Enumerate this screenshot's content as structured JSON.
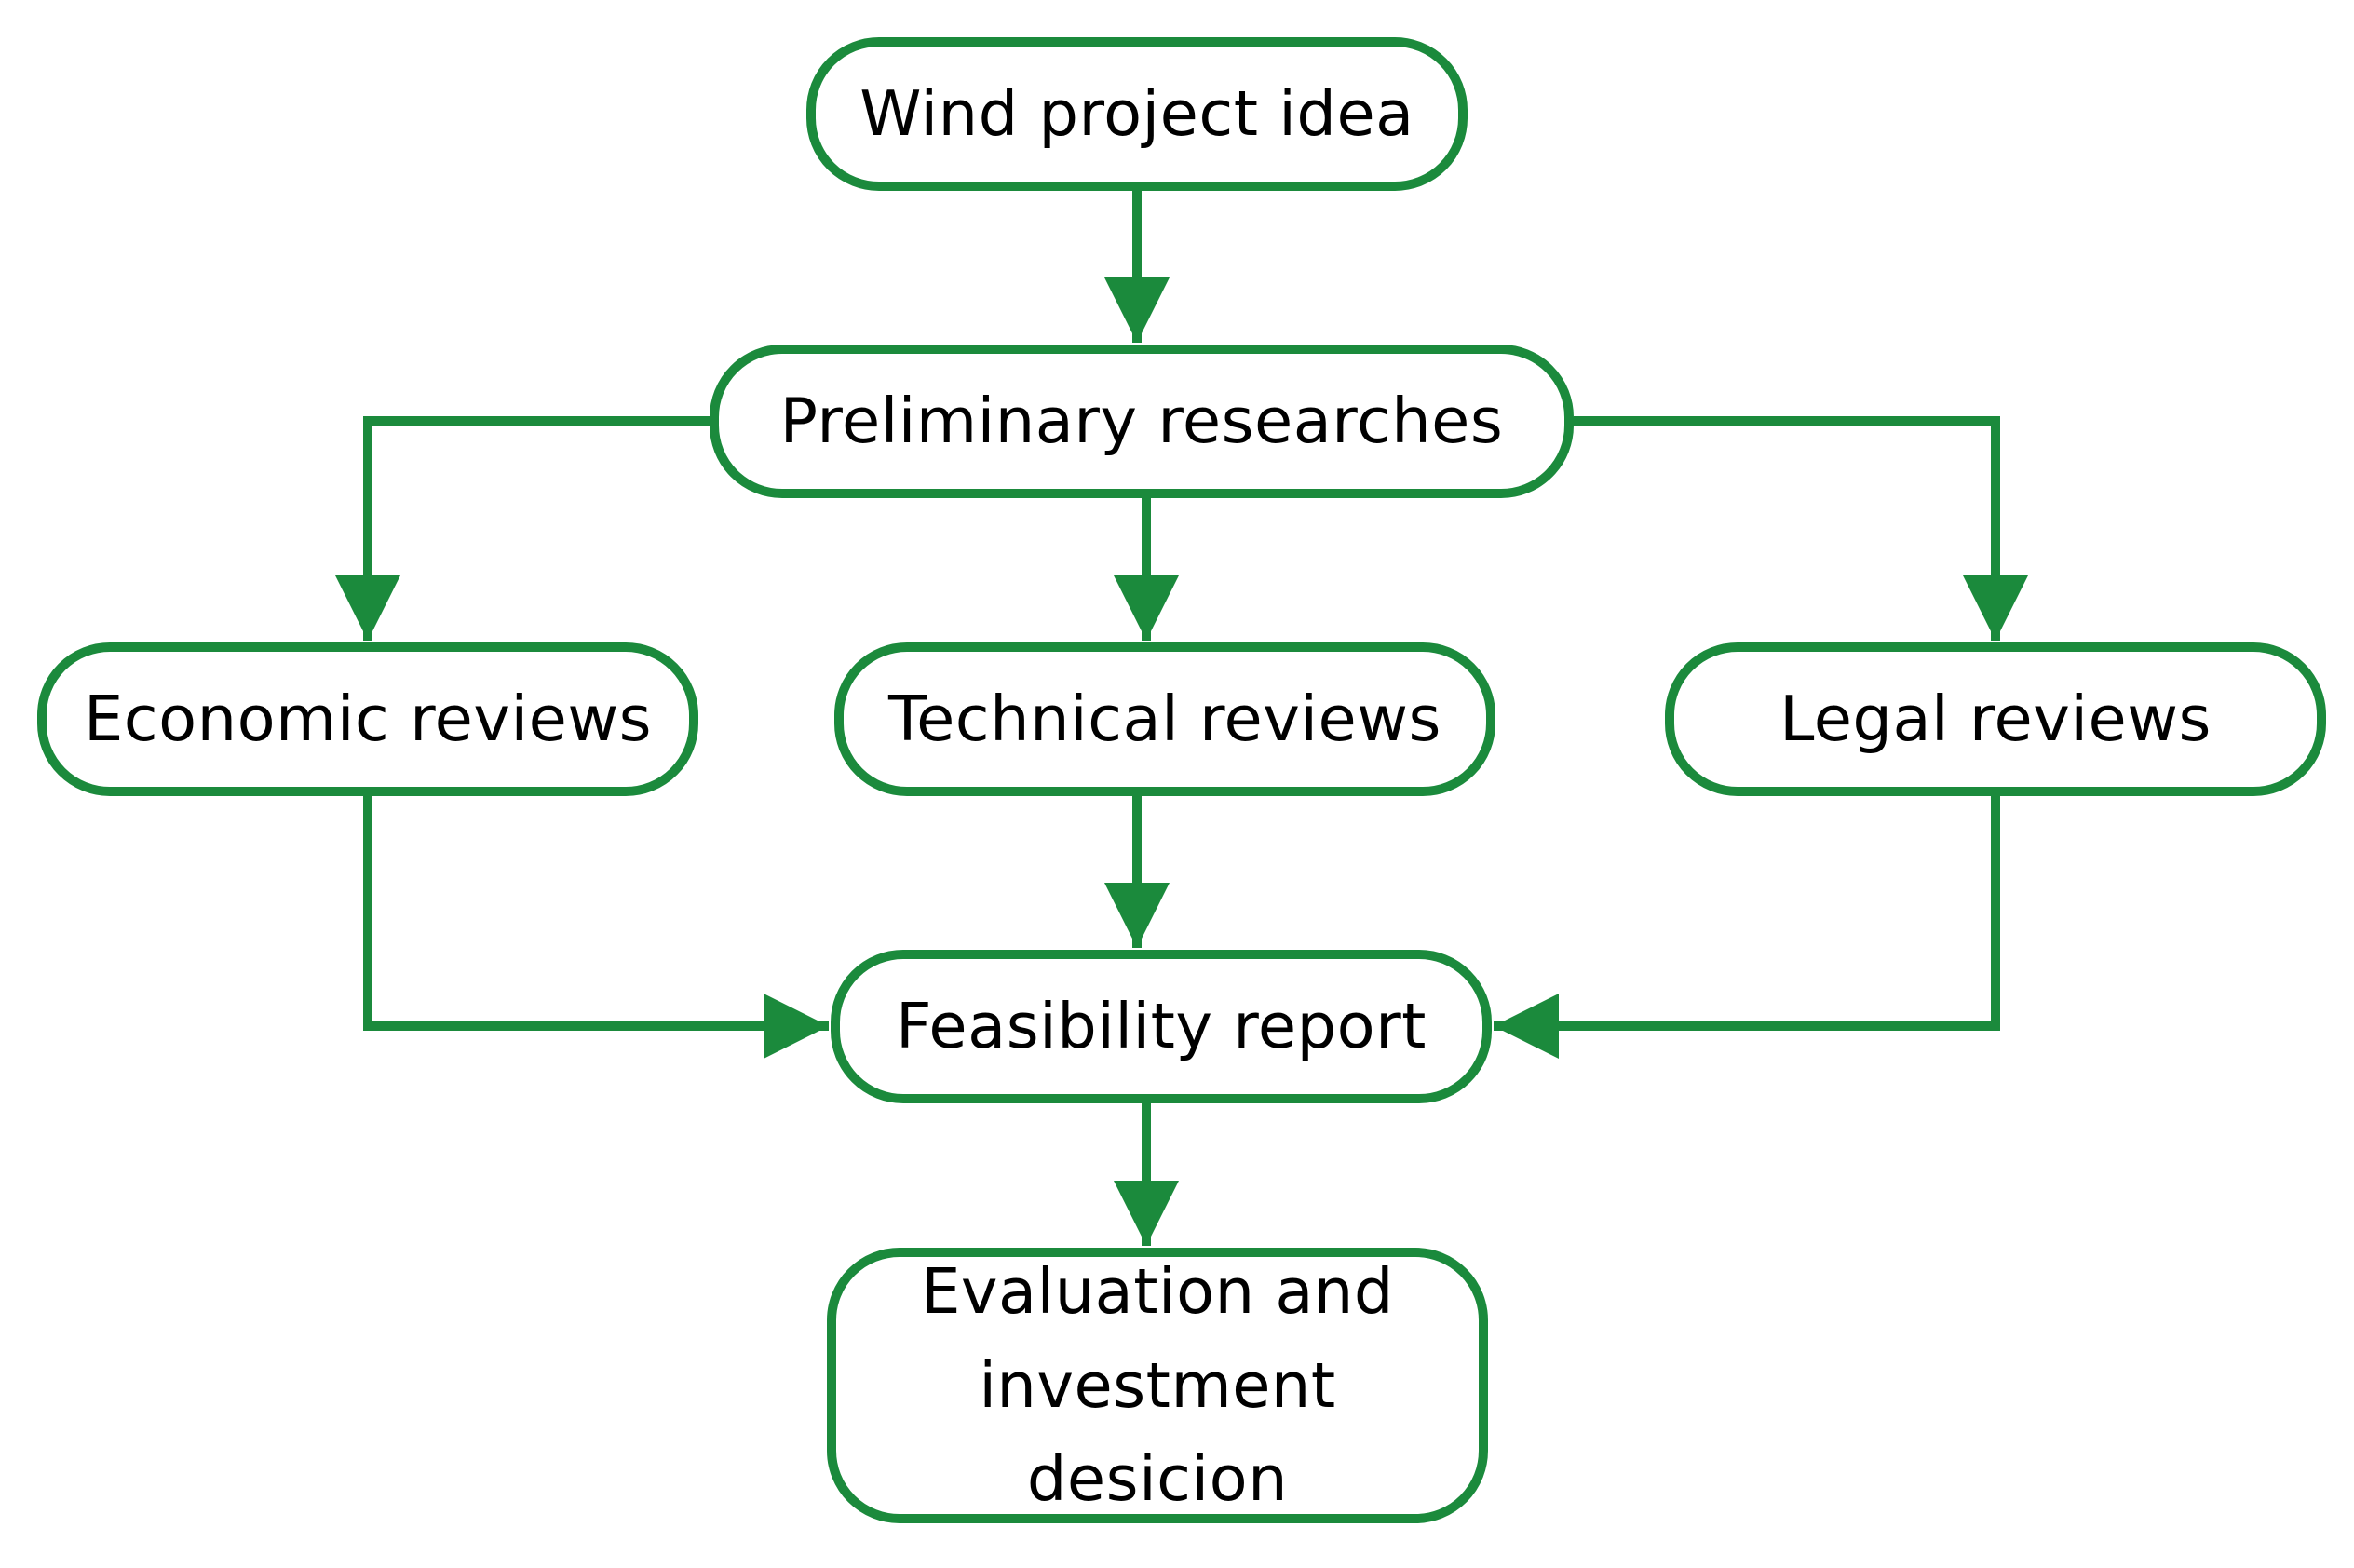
{
  "style": {
    "accent_color": "#1b8a3c",
    "text_color": "#000000",
    "background_color": "#ffffff"
  },
  "nodes": {
    "idea": "Wind project idea",
    "preliminary": "Preliminary researches",
    "economic": "Economic reviews",
    "technical": "Technical reviews",
    "legal": "Legal reviews",
    "feasibility": "Feasibility report",
    "evaluation": [
      "Evaluation and",
      "investment",
      "desicion"
    ]
  }
}
